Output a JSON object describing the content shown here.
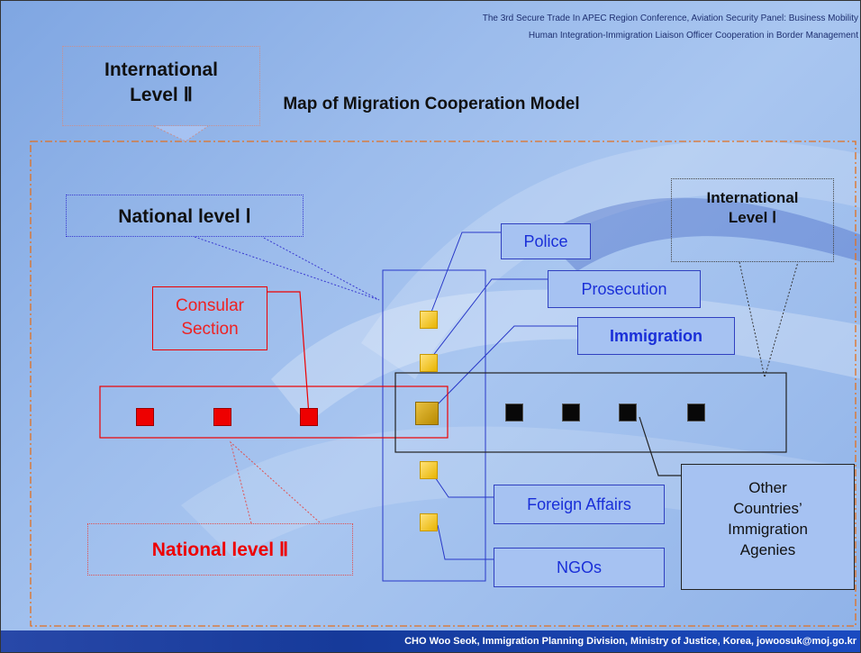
{
  "header": {
    "line1": "The 3rd Secure Trade In APEC Region Conference, Aviation Security Panel: Business Mobility",
    "line2": "Human Integration-Immigration Liaison Officer Cooperation in Border Management"
  },
  "title": "Map of Migration Cooperation Model",
  "callouts": {
    "international_2": {
      "line1": "International",
      "line2": "Level Ⅱ"
    },
    "national_1": "National level Ⅰ",
    "international_1": {
      "line1": "International",
      "line2": "Level Ⅰ"
    },
    "consular": {
      "line1": "Consular",
      "line2": "Section"
    },
    "national_2": "National level Ⅱ"
  },
  "agencies": {
    "police": "Police",
    "prosecution": "Prosecution",
    "immigration": "Immigration",
    "foreign_affairs": "Foreign Affairs",
    "ngos": "NGOs"
  },
  "other_countries": {
    "line1": "Other",
    "line2": "Countries’",
    "line3": "Immigration",
    "line4": "Agenies"
  },
  "footer": "CHO Woo Seok, Immigration Planning Division, Ministry of Justice, Korea, jowoosuk@moj.go.kr",
  "colors": {
    "agency_text": "#1a2fd8",
    "national_2": "#ee0000",
    "consular": "#ee2222",
    "footer_bg": "#1a3ea6"
  }
}
